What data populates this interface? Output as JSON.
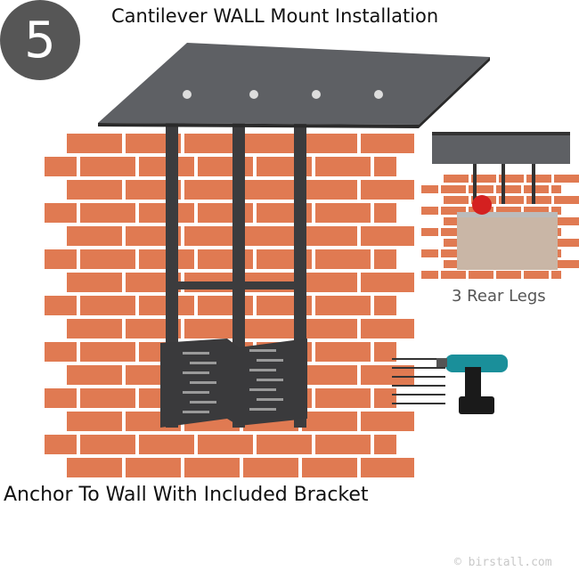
{
  "step_number": "5",
  "title": "Cantilever WALL Mount Installation",
  "bottom_caption": "Anchor To Wall With Included Bracket",
  "inset_caption": "3 Rear Legs",
  "watermark": "© birstall.com",
  "colors": {
    "brick": "#e07a52",
    "mortar": "#efe3dc",
    "steel": "#3c3c3e",
    "badge": "#565656",
    "drill": "#1a8f9a"
  }
}
